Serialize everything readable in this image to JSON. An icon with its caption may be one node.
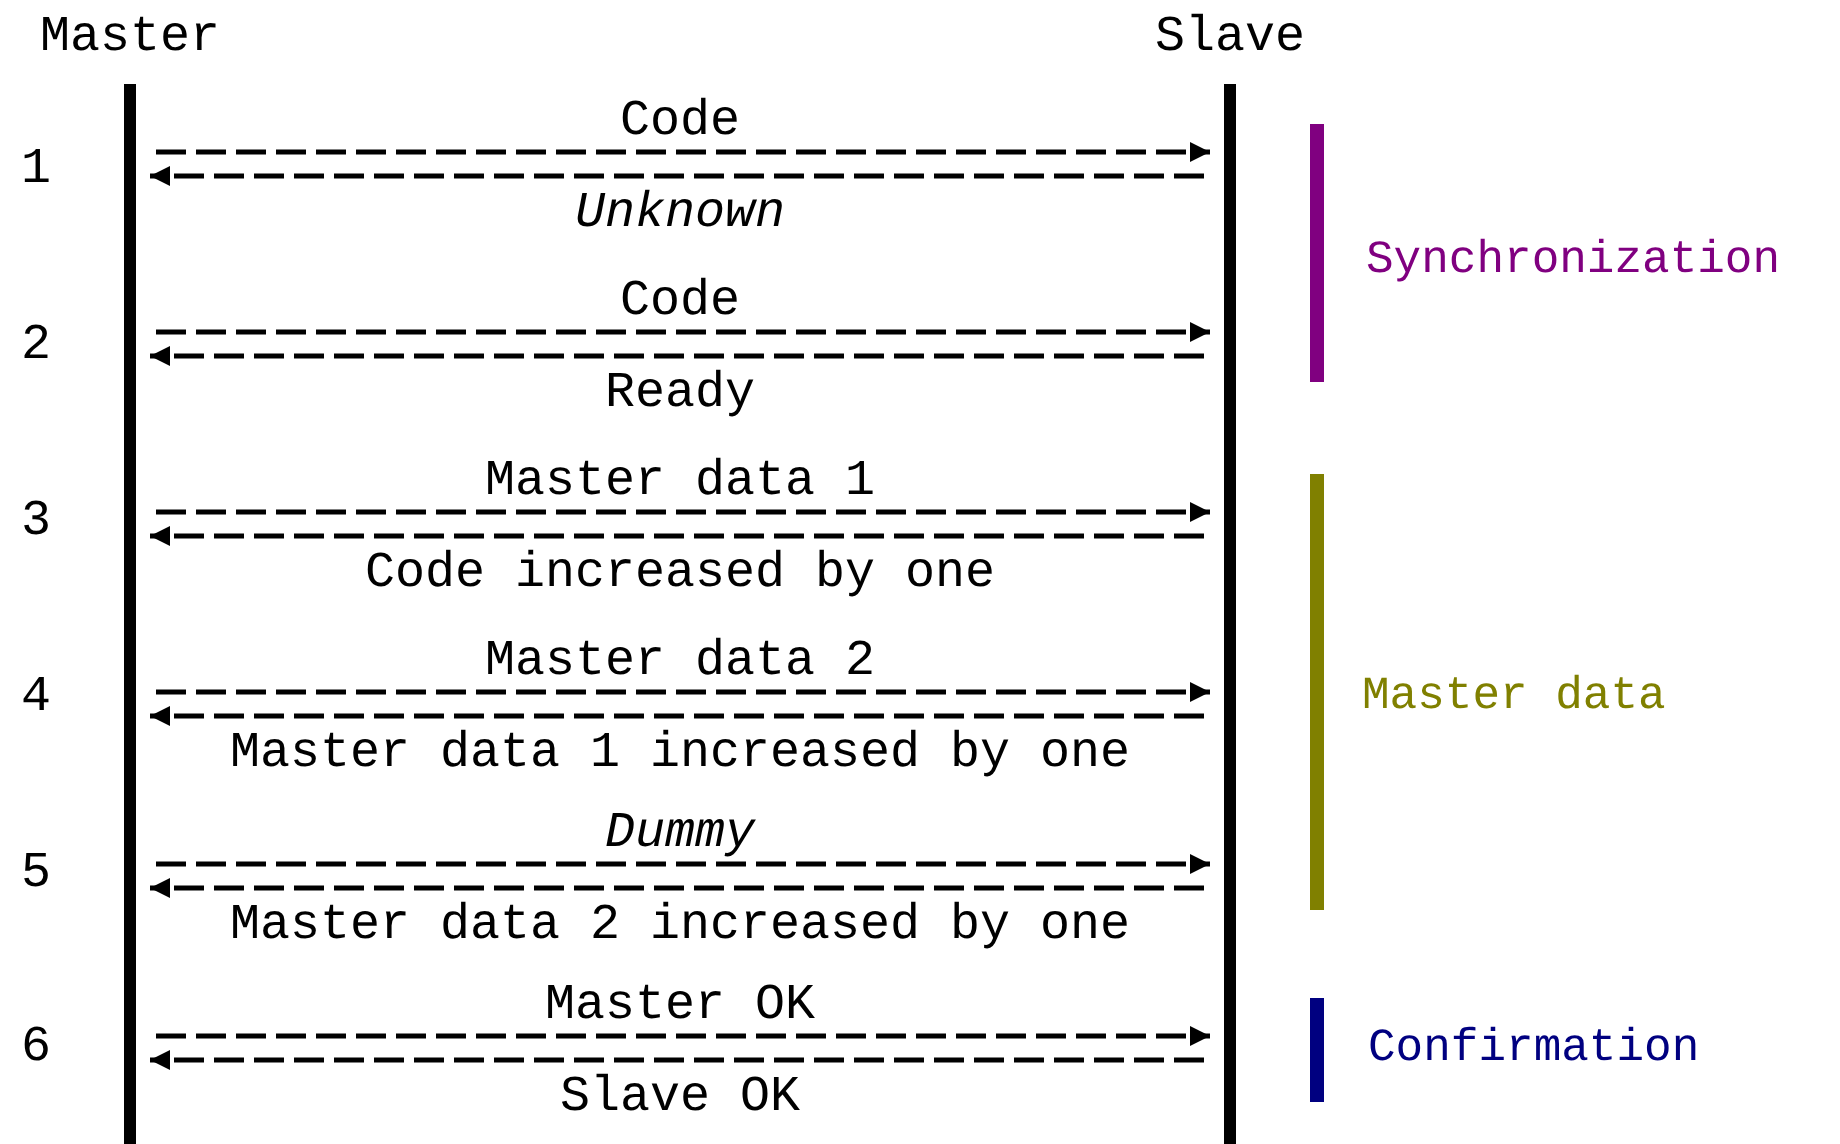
{
  "diagram": {
    "nodes": [
      {
        "text": [
          "Master"
        ]
      },
      {
        "text": [
          "Slave"
        ]
      }
    ],
    "edges": [
      {
        "from": 0,
        "to": 1,
        "arrow": "to",
        "style": "dashed",
        "label": "Code"
      },
      {
        "from": 1,
        "to": 0,
        "arrow": "to",
        "style": "dashed",
        "label": "Unknown"
      },
      {
        "from": 0,
        "to": 1,
        "arrow": "to",
        "style": "dashed",
        "label": "Code"
      },
      {
        "from": 1,
        "to": 0,
        "arrow": "to",
        "style": "dashed",
        "label": "Ready"
      },
      {
        "from": 0,
        "to": 1,
        "arrow": "to",
        "style": "dashed",
        "label": "Master data 1"
      },
      {
        "from": 1,
        "to": 0,
        "arrow": "to",
        "style": "dashed",
        "label": "Code increased by one"
      },
      {
        "from": 0,
        "to": 1,
        "arrow": "to",
        "style": "dashed",
        "label": "Master data 2"
      },
      {
        "from": 1,
        "to": 0,
        "arrow": "to",
        "style": "dashed",
        "label": "Master data 1 increased by one"
      },
      {
        "from": 0,
        "to": 1,
        "arrow": "to",
        "style": "dashed",
        "label": "Dummy"
      },
      {
        "from": 1,
        "to": 0,
        "arrow": "to",
        "style": "dashed",
        "label": "Master data 2 increased by one"
      },
      {
        "from": 0,
        "to": 1,
        "arrow": "to",
        "style": "dashed",
        "label": "Master OK"
      },
      {
        "from": 1,
        "to": 0,
        "arrow": "to",
        "style": "dashed",
        "label": "Slave OK"
      }
    ],
    "labels": [
      "1",
      "2",
      "3",
      "4",
      "5",
      "6",
      "Synchronization",
      "Master data",
      "Confirmation"
    ]
  }
}
